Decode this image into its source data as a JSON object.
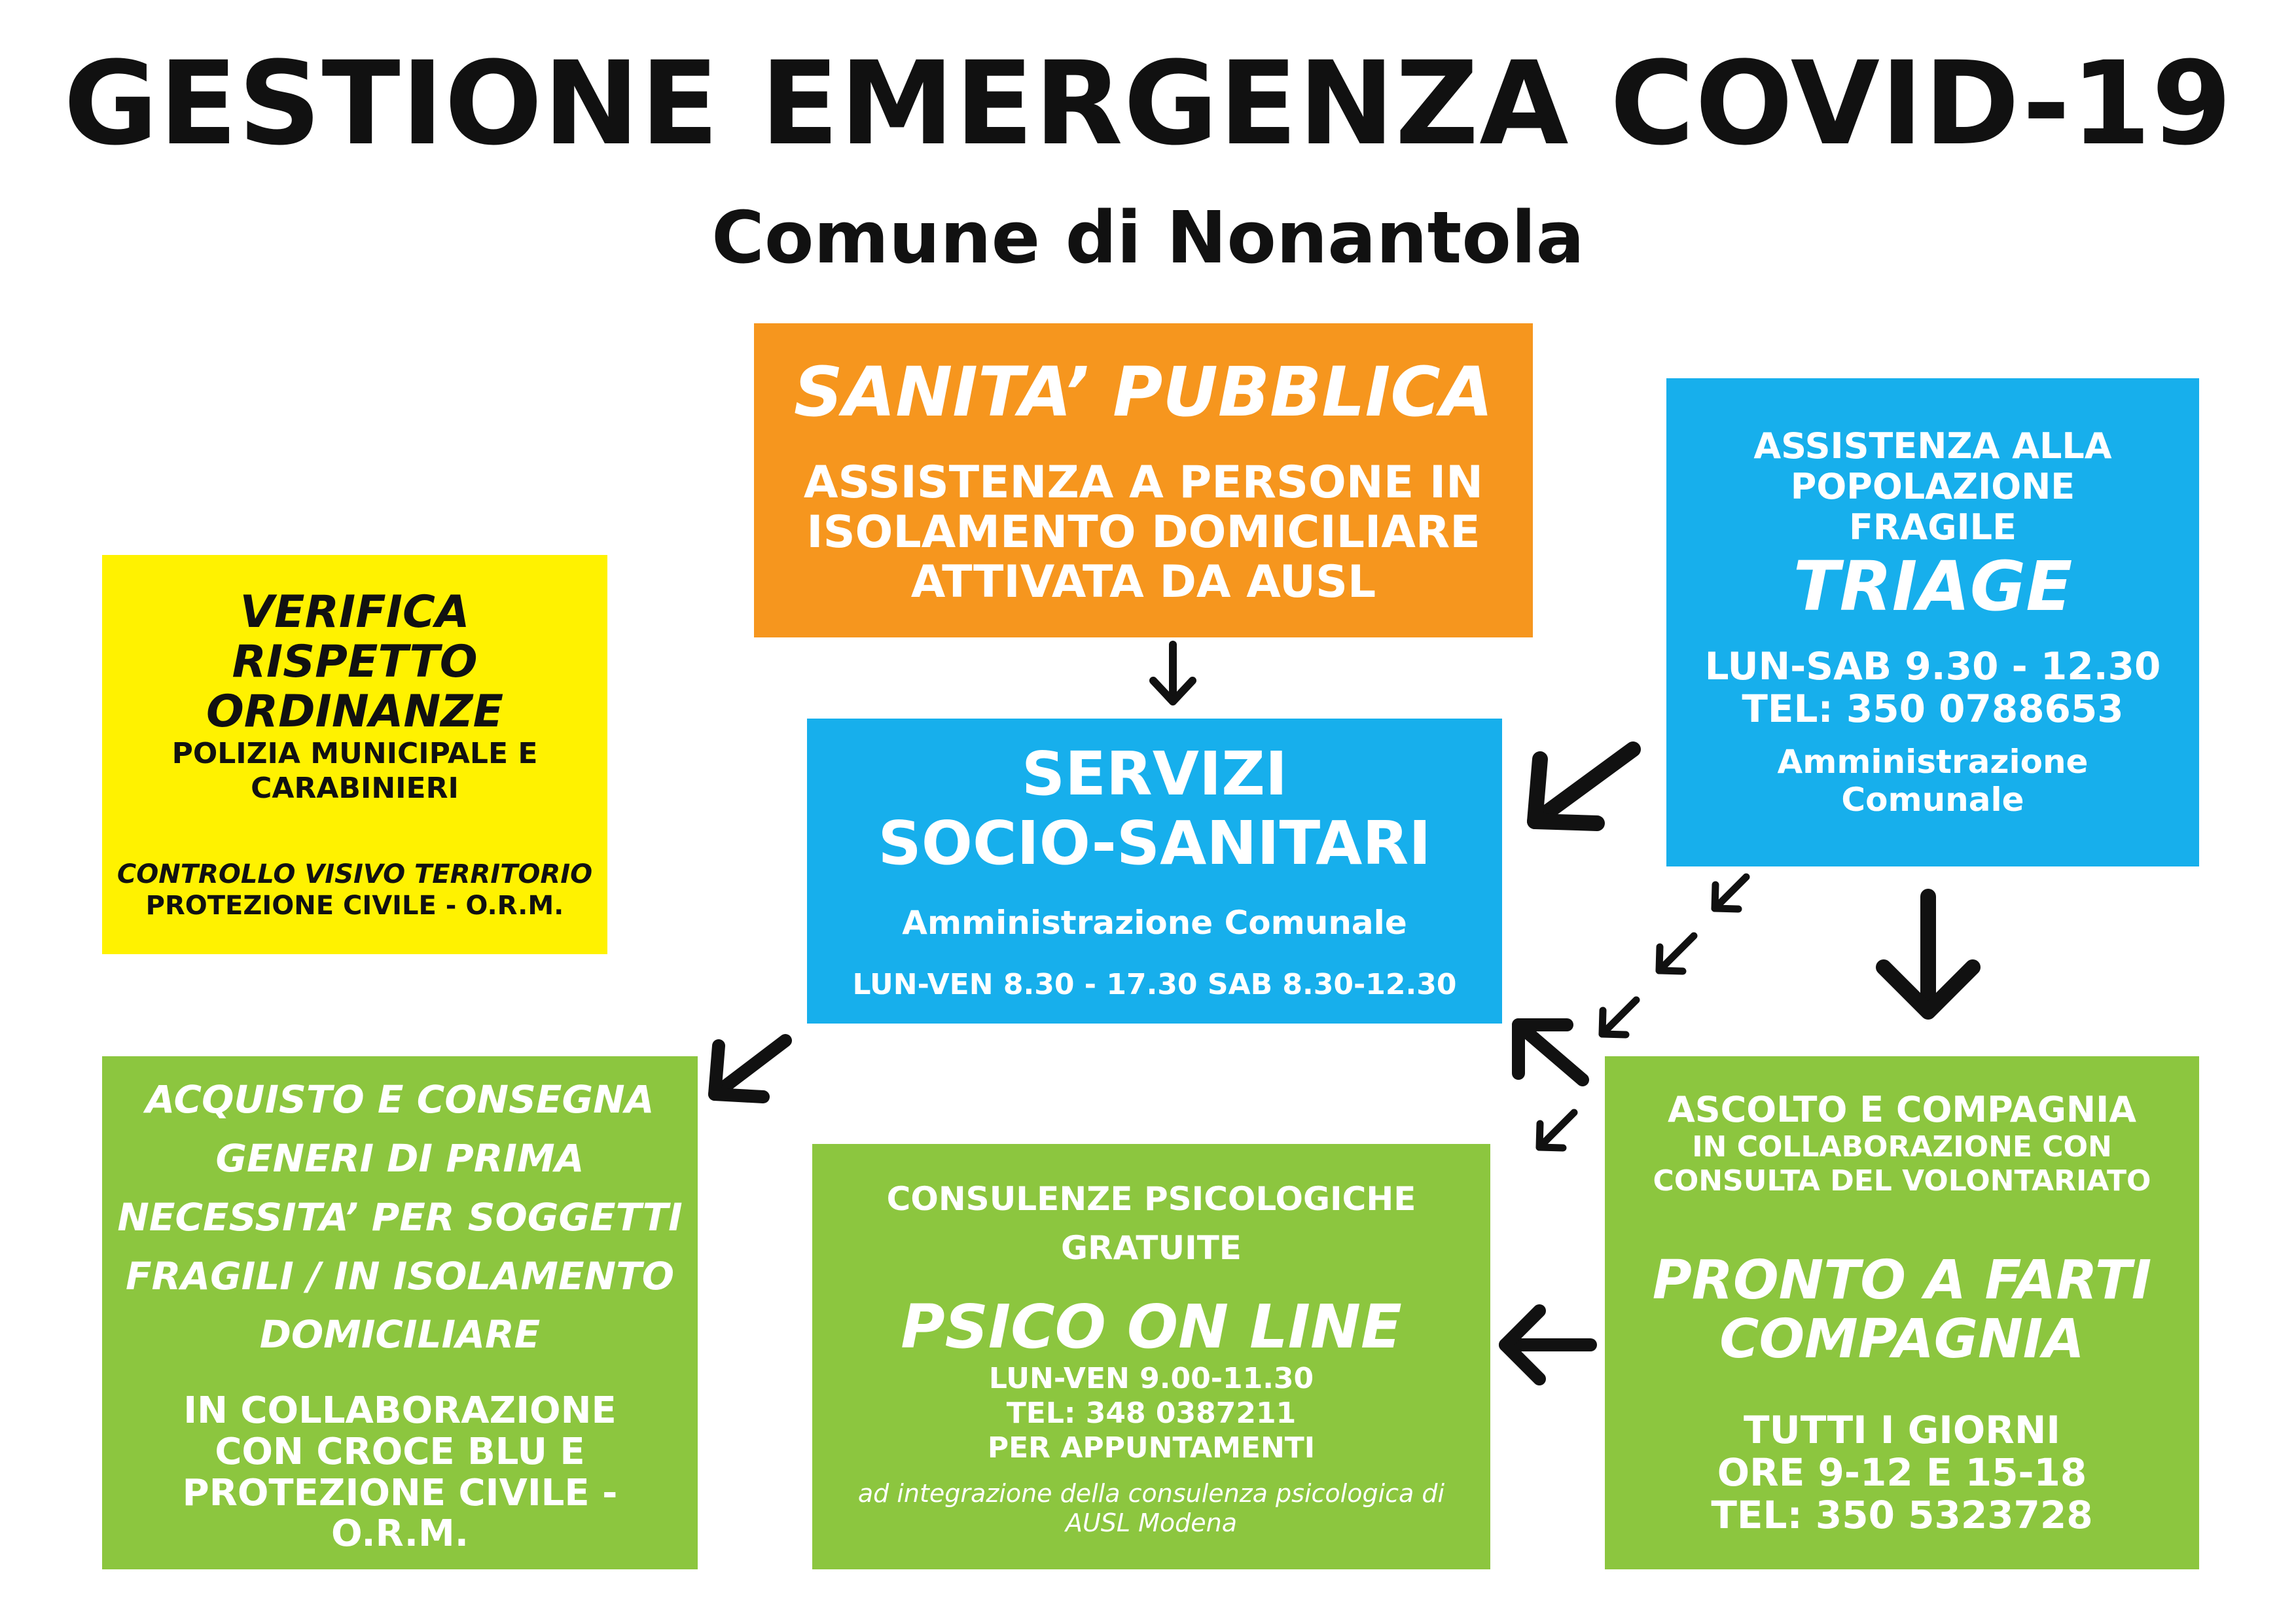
{
  "title": "GESTIONE EMERGENZA COVID-19",
  "subtitle": "Comune di Nonantola",
  "sanita": {
    "heading": "SANITA’ PUBBLICA",
    "lines": [
      "ASSISTENZA A PERSONE IN",
      "ISOLAMENTO DOMICILIARE",
      "ATTIVATA DA AUSL"
    ]
  },
  "servizi": {
    "heading_lines": [
      "SERVIZI",
      "SOCIO-SANITARI"
    ],
    "org": "Amministrazione Comunale",
    "hours": "LUN-VEN 8.30 - 17.30 SAB 8.30-12.30"
  },
  "verifica": {
    "heading_lines": [
      "VERIFICA",
      "RISPETTO",
      "ORDINANZE"
    ],
    "police_lines": [
      "POLIZIA MUNICIPALE E",
      "CARABINIERI"
    ],
    "control": "CONTROLLO VISIVO TERRITORIO",
    "civil": "PROTEZIONE CIVILE - O.R.M."
  },
  "triage": {
    "intro_lines": [
      "ASSISTENZA ALLA",
      "POPOLAZIONE",
      "FRAGILE"
    ],
    "heading": "TRIAGE",
    "hours": "LUN-SAB 9.30 - 12.30",
    "phone": "TEL: 350 0788653",
    "org_lines": [
      "Amministrazione",
      "Comunale"
    ]
  },
  "acquisto": {
    "lines": [
      "ACQUISTO E CONSEGNA",
      "GENERI DI PRIMA",
      "NECESSITA’ PER SOGGETTI",
      "FRAGILI / IN ISOLAMENTO",
      "DOMICILIARE"
    ],
    "collab_lines": [
      "IN COLLABORAZIONE",
      "CON CROCE BLU E",
      "PROTEZIONE CIVILE - O.R.M."
    ]
  },
  "psico": {
    "intro_lines": [
      "CONSULENZE PSICOLOGICHE",
      "GRATUITE"
    ],
    "heading": "PSICO ON LINE",
    "hours": "LUN-VEN 9.00-11.30",
    "phone": "TEL: 348 0387211",
    "appointments": "PER APPUNTAMENTI",
    "note_lines": [
      "ad integrazione della consulenza psicologica di",
      "AUSL Modena"
    ]
  },
  "ascolto": {
    "heading": "ASCOLTO E COMPAGNIA",
    "collab_lines": [
      "IN COLLABORAZIONE CON",
      "CONSULTA DEL VOLONTARIATO"
    ],
    "slogan_lines": [
      "PRONTO A FARTI",
      "COMPAGNIA"
    ],
    "time_lines": [
      "TUTTI I GIORNI",
      "ORE 9-12 E 15-18",
      "TEL: 350 5323728"
    ]
  },
  "colors": {
    "orange": "#f6961e",
    "blue": "#17afec",
    "yellow": "#fff200",
    "green": "#8cc63f",
    "arrow": "#111111"
  },
  "diagram": {
    "nodes": [
      "sanita",
      "servizi",
      "verifica",
      "triage",
      "acquisto",
      "psico",
      "ascolto"
    ],
    "edges": [
      {
        "from": "sanita",
        "to": "servizi",
        "style": "solid"
      },
      {
        "from": "triage",
        "to": "servizi",
        "style": "solid"
      },
      {
        "from": "triage",
        "to": "ascolto",
        "style": "solid"
      },
      {
        "from": "servizi",
        "to": "acquisto",
        "style": "solid"
      },
      {
        "from": "ascolto",
        "to": "servizi",
        "style": "solid"
      },
      {
        "from": "ascolto",
        "to": "psico",
        "style": "solid"
      },
      {
        "from": "triage",
        "to": "psico",
        "style": "dashed"
      }
    ]
  }
}
